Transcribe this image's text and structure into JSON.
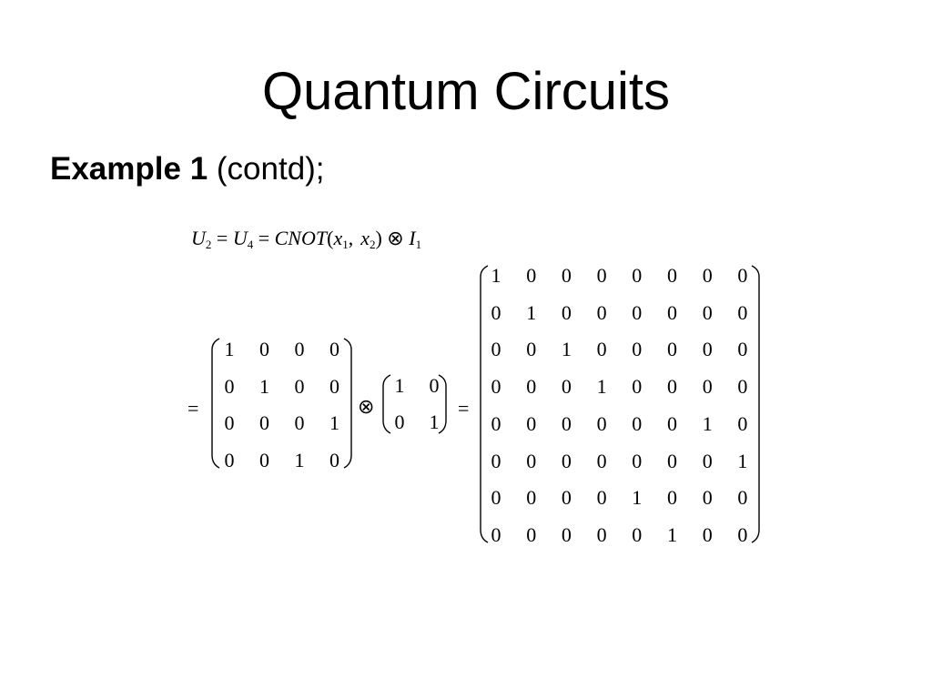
{
  "slide": {
    "title": "Quantum Circuits",
    "subtitle_bold": "Example 1",
    "subtitle_rest": " (contd);"
  },
  "equation": {
    "lhs": {
      "u2": "U",
      "u2_sub": "2",
      "eq1": "=",
      "u4": "U",
      "u4_sub": "4",
      "eq2": "=",
      "cnot": "CNOT",
      "open": "(",
      "x1": "x",
      "x1_sub": "1",
      "comma": ",",
      "x2": "x",
      "x2_sub": "2",
      "close": ")",
      "otimes": "⊗",
      "i": "I",
      "i_sub": "1"
    },
    "equals_left": "=",
    "otimes": "⊗",
    "equals_right": "=",
    "cnot_matrix": [
      [
        "1",
        "0",
        "0",
        "0"
      ],
      [
        "0",
        "1",
        "0",
        "0"
      ],
      [
        "0",
        "0",
        "0",
        "1"
      ],
      [
        "0",
        "0",
        "1",
        "0"
      ]
    ],
    "identity_matrix": [
      [
        "1",
        "0"
      ],
      [
        "0",
        "1"
      ]
    ],
    "result_matrix": [
      [
        "1",
        "0",
        "0",
        "0",
        "0",
        "0",
        "0",
        "0"
      ],
      [
        "0",
        "1",
        "0",
        "0",
        "0",
        "0",
        "0",
        "0"
      ],
      [
        "0",
        "0",
        "1",
        "0",
        "0",
        "0",
        "0",
        "0"
      ],
      [
        "0",
        "0",
        "0",
        "1",
        "0",
        "0",
        "0",
        "0"
      ],
      [
        "0",
        "0",
        "0",
        "0",
        "0",
        "0",
        "1",
        "0"
      ],
      [
        "0",
        "0",
        "0",
        "0",
        "0",
        "0",
        "0",
        "1"
      ],
      [
        "0",
        "0",
        "0",
        "0",
        "1",
        "0",
        "0",
        "0"
      ],
      [
        "0",
        "0",
        "0",
        "0",
        "0",
        "1",
        "0",
        "0"
      ]
    ]
  }
}
